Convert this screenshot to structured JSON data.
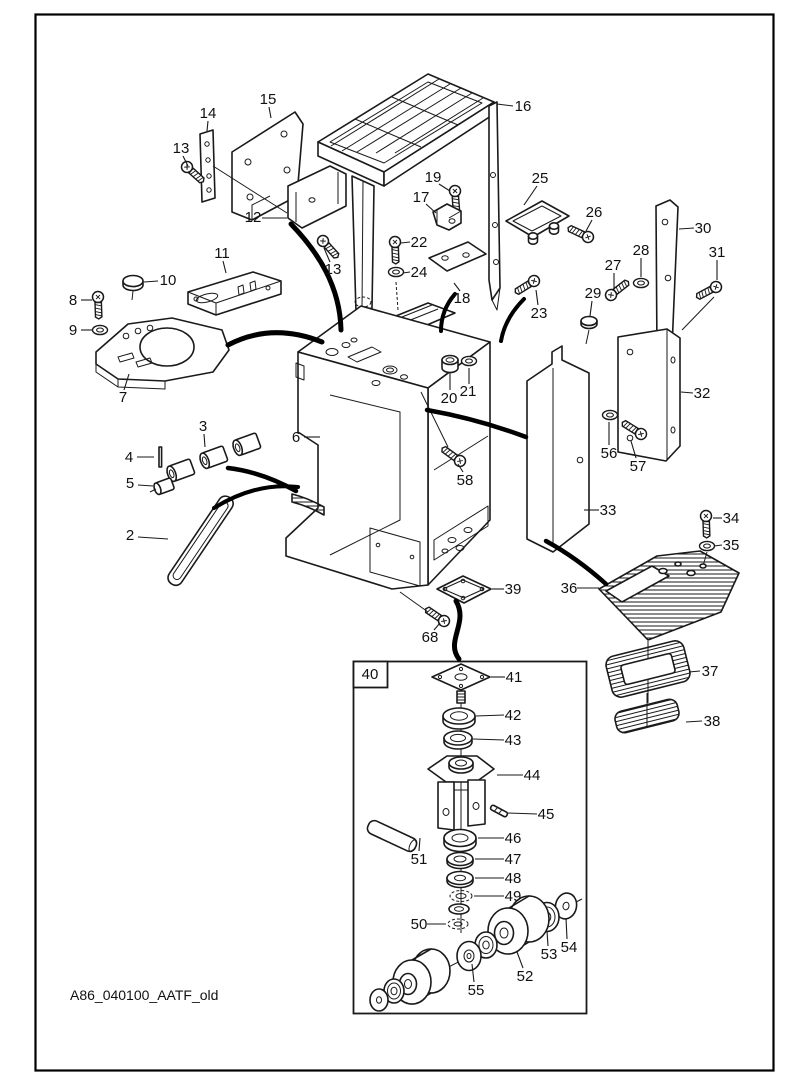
{
  "footer": {
    "doc_code": "A86_040100_AATF_old"
  },
  "inset": {
    "label": "40"
  },
  "callouts": {
    "c2": "2",
    "c3": "3",
    "c4": "4",
    "c5": "5",
    "c6": "6",
    "c7": "7",
    "c8": "8",
    "c9": "9",
    "c10": "10",
    "c11": "11",
    "c12": "12",
    "c13a": "13",
    "c13b": "13",
    "c14": "14",
    "c15": "15",
    "c16": "16",
    "c17": "17",
    "c18": "18",
    "c19": "19",
    "c20": "20",
    "c21": "21",
    "c22": "22",
    "c23": "23",
    "c24": "24",
    "c25": "25",
    "c26": "26",
    "c27": "27",
    "c28": "28",
    "c29": "29",
    "c30": "30",
    "c31": "31",
    "c32": "32",
    "c33": "33",
    "c34": "34",
    "c35": "35",
    "c36": "36",
    "c37": "37",
    "c38": "38",
    "c39": "39",
    "c41": "41",
    "c42": "42",
    "c43": "43",
    "c44": "44",
    "c45": "45",
    "c46": "46",
    "c47": "47",
    "c48": "48",
    "c49": "49",
    "c50": "50",
    "c51": "51",
    "c52": "52",
    "c53": "53",
    "c54": "54",
    "c55": "55",
    "c56": "56",
    "c57": "57",
    "c58": "58",
    "c68": "68"
  }
}
